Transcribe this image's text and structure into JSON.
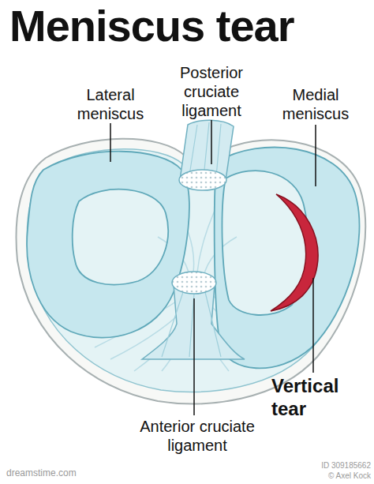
{
  "diagram": {
    "title": "Meniscus tear",
    "labels": [
      "Lateral meniscus",
      "Posterior cruciate ligament",
      "Medial meniscus",
      "Vertical tear",
      "Anterior cruciate ligament",
      "dreamstime.com",
      "ID 309185662",
      "© Axel Kock"
    ]
  }
}
